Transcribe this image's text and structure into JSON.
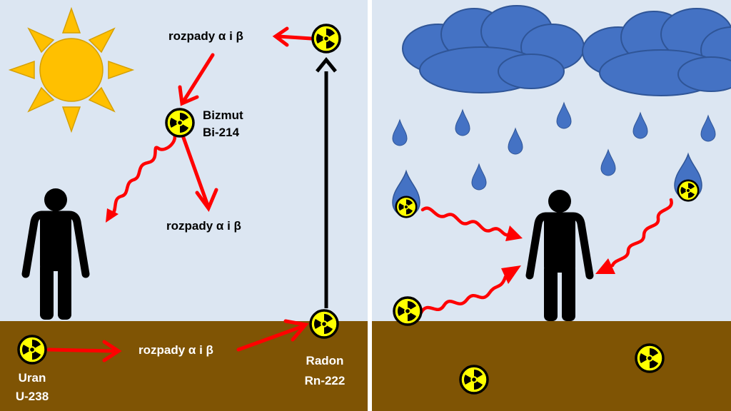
{
  "labels": {
    "decay_top": "rozpady α i β",
    "decay_middle": "rozpady α i β",
    "decay_ground": "rozpady α i β",
    "bismuth_name": "Bizmut",
    "bismuth_isotope": "Bi-214",
    "uranium_name": "Uran",
    "uranium_isotope": "U-238",
    "radon_name": "Radon",
    "radon_isotope": "Rn-222"
  },
  "icons": {
    "sun": "sun-icon",
    "cloud": "cloud-icon",
    "raindrop": "raindrop-icon",
    "person": "person-icon",
    "radiation": "radiation-icon",
    "radiation_wave": "wavy-arrow-icon",
    "decay_arrow": "arrow-icon"
  },
  "colors": {
    "sky": "#dce6f2",
    "ground": "#7f5404",
    "sun": "#ffc000",
    "sun_stroke": "#d6a000",
    "cloud": "#4472c4",
    "cloud_stroke": "#2f5597",
    "arrow_red": "#ff0000",
    "arrow_black": "#000000",
    "radiation_yellow": "#ffff00",
    "person": "#000000",
    "divider": "#ffffff"
  }
}
